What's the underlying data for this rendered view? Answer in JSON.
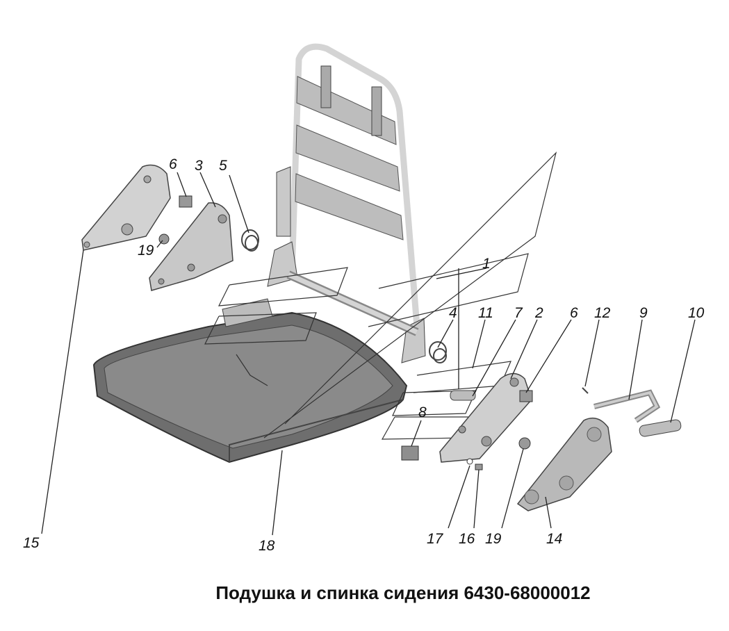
{
  "caption": "Подушка и спинка сидения 6430-68000012",
  "callouts": {
    "p1": "1",
    "p2": "2",
    "p3": "3",
    "p4": "4",
    "p5": "5",
    "p6a": "6",
    "p6b": "6",
    "p7": "7",
    "p8": "8",
    "p9": "9",
    "p10": "10",
    "p11": "11",
    "p12": "12",
    "p14": "14",
    "p15": "15",
    "p16": "16",
    "p17": "17",
    "p18": "18",
    "p19a": "19",
    "p19b": "19"
  }
}
